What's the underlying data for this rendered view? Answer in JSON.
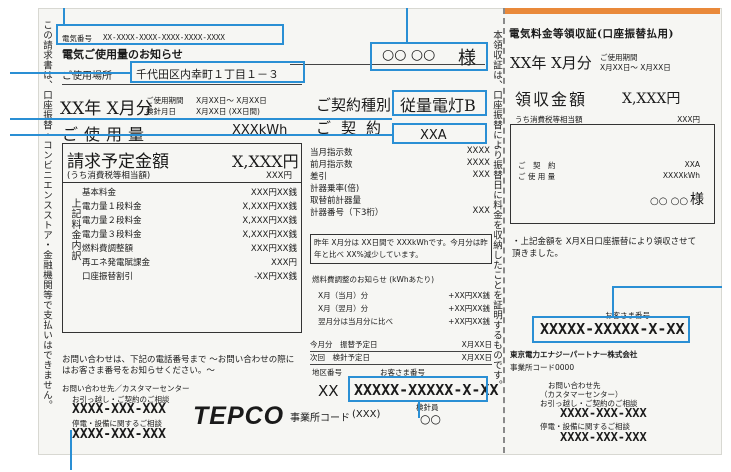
{
  "vertical_notices": {
    "left": "この請求書は、口座振替・コンビニエンスストア・金融機関等で支払いはできません。",
    "middle": "本領収証は、口座振替により振替日に料金を収納したことを証明するものです。"
  },
  "bill": {
    "customer_number_label": "電気番号",
    "customer_number": "XX-XXXX-XXXX-XXXX-XXXX-XXXX",
    "notice_title": "電気ご使用量のお知らせ",
    "customer_name": "○○ ○○",
    "honorific": "様",
    "location_label": "ご使用場所",
    "address": "千代田区内幸町１丁目１－３",
    "period": "XX年 X月分",
    "period_detail_label": "ご使用期間",
    "period_detail": "X月XX日～ X月XX日",
    "reading_date_label": "検針月日",
    "reading_date": "X月XX日 (XX日間)",
    "contract_type_label": "ご契約種別",
    "contract_type": "従量電灯B",
    "usage_label": "ご使用量",
    "usage": "XXXkWh",
    "contract_label": "ご契約",
    "contract_value": "XXA",
    "amount_label": "請求予定金額",
    "amount_value": "X,XXX円",
    "amount_tax_label": "(うち消費税等相当額)",
    "amount_tax": "XXX円",
    "breakdown_heading": "上記料金内訳",
    "breakdown": [
      {
        "label": "基本料金",
        "value": "XXX円XX銭"
      },
      {
        "label": "電力量１段料金",
        "value": "X,XXX円XX銭"
      },
      {
        "label": "電力量２段料金",
        "value": "X,XXX円XX銭"
      },
      {
        "label": "電力量３段料金",
        "value": "X,XXX円XX銭"
      },
      {
        "label": "燃料費調整額",
        "value": "XXX円XX銭"
      },
      {
        "label": "再エネ発電賦課金",
        "value": "XXX円"
      },
      {
        "label": "口座振替割引",
        "value": "-XX円XX銭"
      }
    ],
    "meter": [
      {
        "label": "当月指示数",
        "value": "XXXX"
      },
      {
        "label": "前月指示数",
        "value": "XXXX"
      },
      {
        "label": "差引",
        "value": "XXX"
      },
      {
        "label": "計器乗率(倍)",
        "value": ""
      },
      {
        "label": "取替前計器量",
        "value": ""
      },
      {
        "label": "計器番号（下3桁）",
        "value": "XXX"
      }
    ],
    "comparison_text": "昨年 X月分は XX日間で XXXkWhです。今月分は昨年と比べ XX%減少しています。",
    "fuel_notice": "燃料費調整のお知らせ (kWhあたり)",
    "fuel_rows": [
      {
        "label": "X月（当月）分",
        "value": "+XX円XX銭"
      },
      {
        "label": "X月（翌月）分",
        "value": "+XX円XX銭"
      },
      {
        "label": "翌月分は当月分に比べ",
        "value": "+XX円XX銭"
      }
    ],
    "schedule": [
      {
        "label": "今月分　振替予定日",
        "value": "X月XX日"
      },
      {
        "label": "次回　検針予定日",
        "value": "X月XX日"
      }
    ],
    "customer_id_header1": "地区番号",
    "customer_id_header2": "お客さま番号",
    "district": "XX",
    "customer_id": "XXXXX-XXXXX-X-XX",
    "contact_intro": "お問い合わせは、下記の電話番号まで ～お問い合わせの際にはお客さま番号をお知らせください。～",
    "contact_center": "お問い合わせ先／カスタマーセンター",
    "phone_label1": "お引っ越し・ご契約のご相談",
    "phone1": "XXXX-XXX-XXX",
    "phone_label2": "停電・設備に関するご相談",
    "phone2": "XXXX-XXX-XXX",
    "logo": "TEPCO",
    "office_code_label": "事業所コード",
    "office_code": "(XXX)",
    "inspector_label": "検針員",
    "inspector": "○○"
  },
  "receipt": {
    "title": "電気料金等領収証(口座振替払用)",
    "period": "XX年 X月分",
    "period_detail_label": "ご使用期間",
    "period_detail": "X月XX日～ X月XX日",
    "amount_label": "領収金額",
    "amount": "X,XXX円",
    "tax_label": "うち消費税等相当額",
    "tax": "XXX円",
    "contract_label": "ご　契　約",
    "contract": "XXA",
    "usage_label": "ご 使 用 量",
    "usage": "XXXXkWh",
    "name": "○○ ○○",
    "honorific": "様",
    "note": "・上記金額を X月X日口座振替により領収させて頂きました。",
    "customer_id_label": "お客さま番号",
    "customer_id": "XXXXX-XXXXX-X-XX",
    "company": "東京電力エナジーパートナー株式会社",
    "office_code": "事業所コード0000",
    "contact_head": "お問い合わせ先",
    "contact_center": "（カスタマーセンター）",
    "phone_label1": "お引っ越し・ご契約のご相談",
    "phone1": "XXXX-XXX-XXX",
    "phone_label2": "停電・設備に関するご相談",
    "phone2": "XXXX-XXX-XXX"
  },
  "colors": {
    "highlight": "#2a8fd4",
    "receipt_accent": "#e9893a"
  }
}
